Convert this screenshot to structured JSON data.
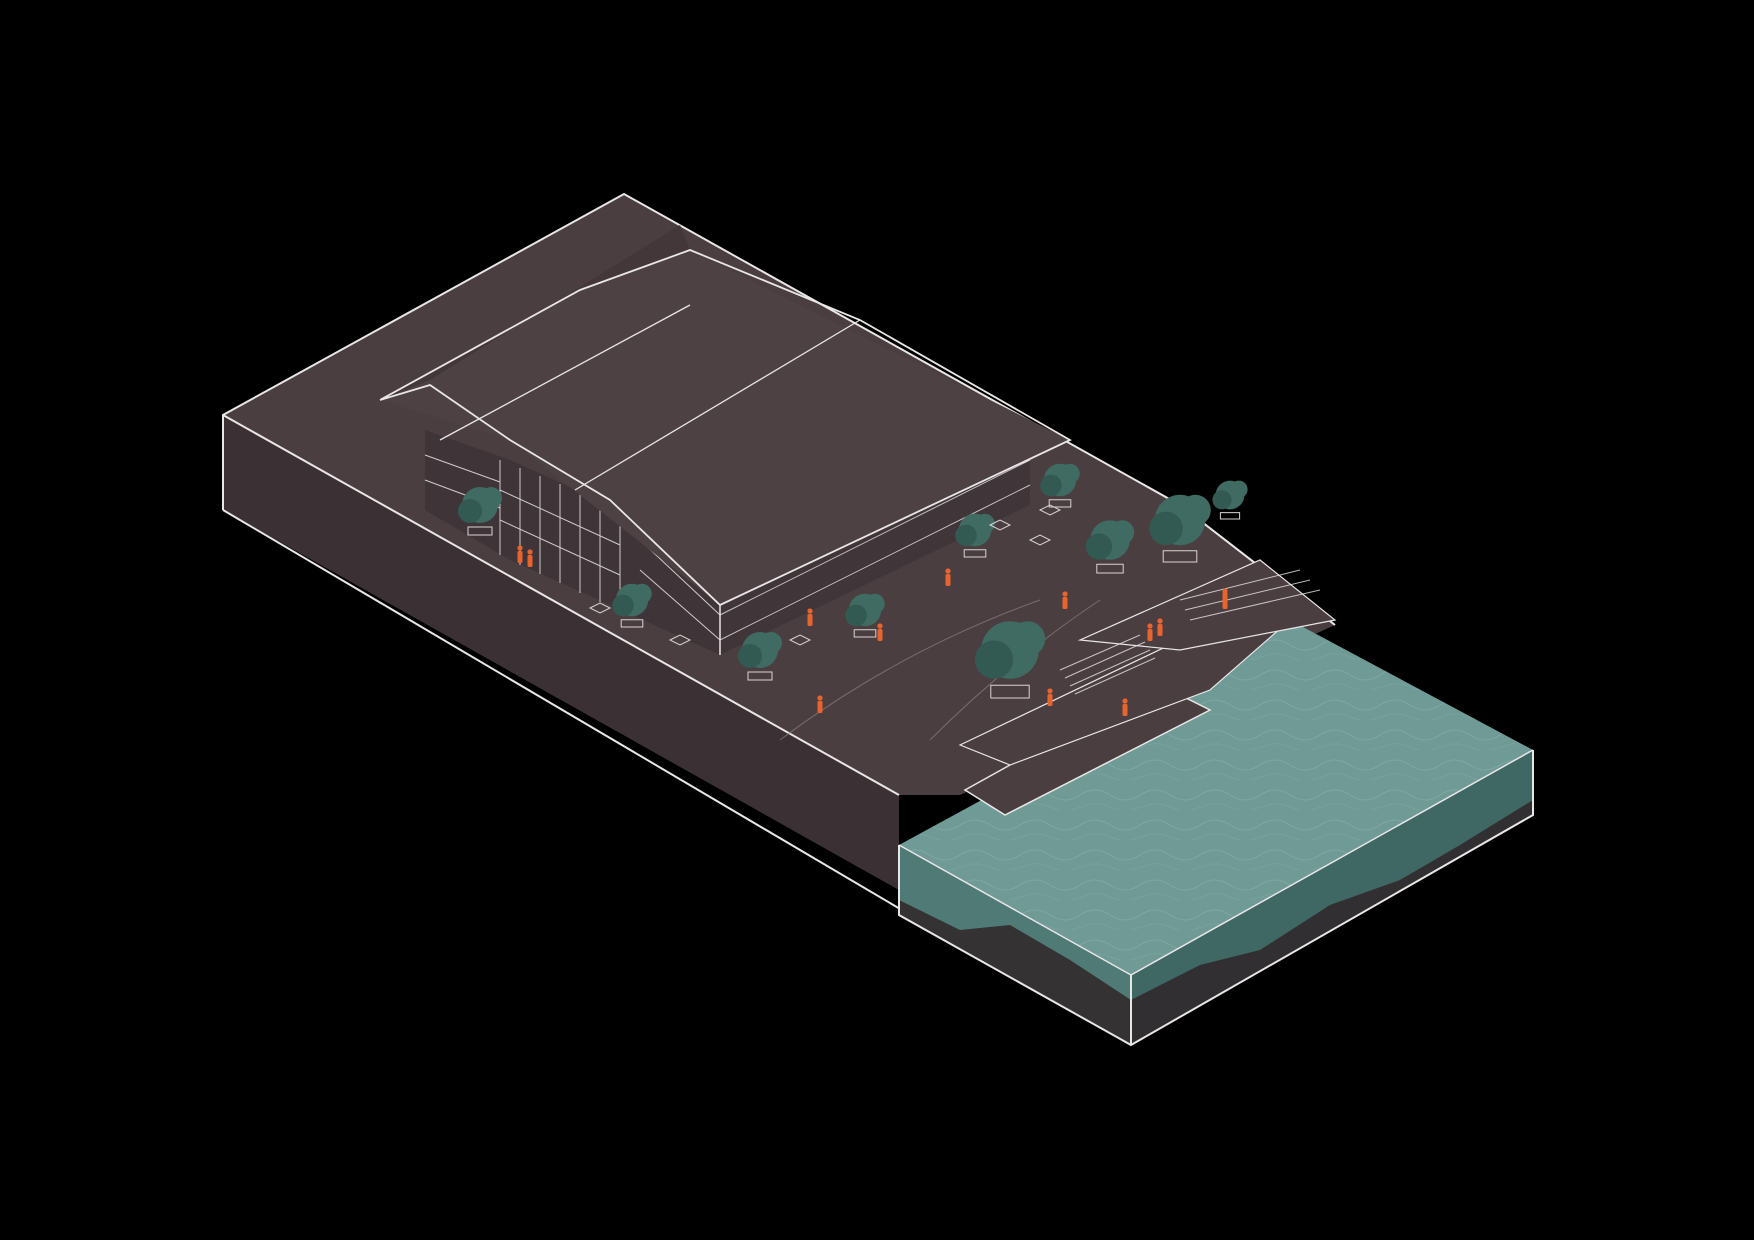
{
  "diagram": {
    "kind": "isometric-site-section",
    "background_color": "#000000",
    "colors": {
      "ground_top": "#4a3e41",
      "ground_side": "#3b3033",
      "ground_side_dark": "#2f2628",
      "roof": "#4d4144",
      "roof_dark": "#433739",
      "facade": "#3f3437",
      "outline": "#e9e6e6",
      "water_top": "#6f9a96",
      "water_side": "#4f7a76",
      "water_deep": "#3f6764",
      "vegetation": "#3f6b62",
      "vegetation_dark": "#335a52",
      "people": "#e8642e",
      "furniture": "#d9d4d4"
    },
    "elements": [
      {
        "id": "site-block",
        "label": ""
      },
      {
        "id": "building",
        "label": ""
      },
      {
        "id": "plaza",
        "label": ""
      },
      {
        "id": "terraced-steps",
        "label": ""
      },
      {
        "id": "water",
        "label": ""
      }
    ],
    "icons": [
      "tree-icon",
      "person-icon",
      "bench-icon"
    ]
  }
}
